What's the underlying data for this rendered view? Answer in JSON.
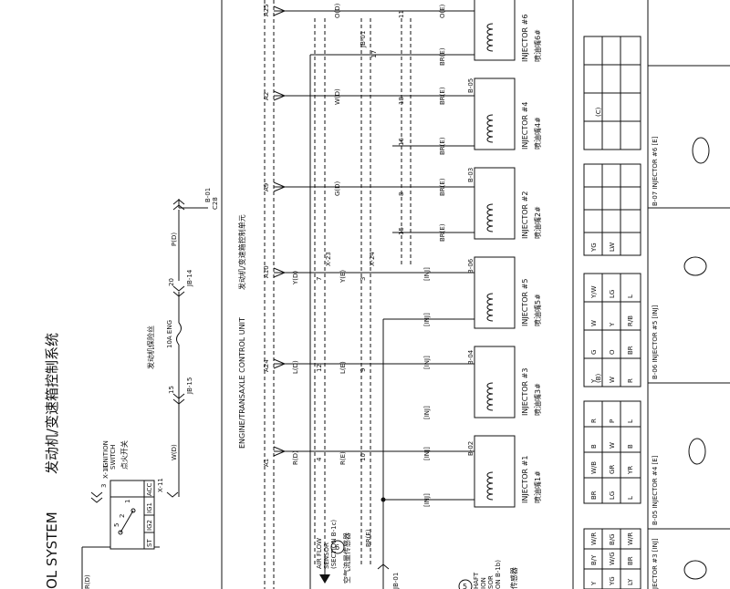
{
  "title": {
    "en": "OL SYSTEM",
    "cn": "发动机/变速箱控制系统"
  },
  "ecu": {
    "en": "ENGINE/TRANSAXLE CONTROL UNIT",
    "cn": "发动机/变速箱控制单元"
  },
  "ignition": {
    "en1": "IGNITION",
    "en2": "SWITCH",
    "cn": "点火开关",
    "terminals": [
      "ST",
      "IG2",
      "IG1",
      "ACC"
    ],
    "connector": "X-11",
    "connector2": "X-11",
    "pins": [
      "1",
      "2",
      "5",
      "3"
    ]
  },
  "fuse": {
    "label": "10A ENG",
    "cn": "发动机保险丝",
    "jb1": "JB-15",
    "jb1pin": "15",
    "jb2": "JB-14",
    "jb2pin": "20"
  },
  "wires": {
    "rd_left": "R(D)",
    "wd_ign": "W(D)",
    "pd": "P(D)",
    "b01": "B-01",
    "c28": "C28",
    "a1": "A1",
    "a24": "A24",
    "a10": "A10",
    "a9": "A9",
    "a2": "A2",
    "a25": "A25",
    "rd_a1": "R(D)",
    "ld_a24": "L(D)",
    "yd_a10": "Y(D)",
    "gd_a9": "G(D)",
    "wd_a2": "W(D)",
    "od_a25": "O(D)",
    "re": "R(E)",
    "le": "L(E)",
    "ye": "Y(E)",
    "oe": "O(E)",
    "x23": "X-23",
    "x24": "X-24",
    "jb01": "JB-01",
    "jb01b": "JB-01",
    "bre": "BR(E)",
    "inj": "[INJ]",
    "e": "[E]"
  },
  "afs": {
    "num": "6",
    "l1": "AIR FLOW",
    "l2": "SENSOR",
    "l3": "(SECTION B-1c)",
    "cn": "空气流量传感器"
  },
  "crank": {
    "l1": "HAFT",
    "l2": "ION",
    "l3": "SOR",
    "l4": "ON B-1b)",
    "cn": "传感器",
    "num": "5"
  },
  "injectors": [
    {
      "name": "INJECTOR #1",
      "cn": "喷油嘴1#",
      "conn": "B-02"
    },
    {
      "name": "INJECTOR #3",
      "cn": "喷油嘴3#",
      "conn": "B-04"
    },
    {
      "name": "INJECTOR #5",
      "cn": "喷油嘴5#",
      "conn": "B-06"
    },
    {
      "name": "INJECTOR #2",
      "cn": "喷油嘴2#",
      "conn": "B-03"
    },
    {
      "name": "INJECTOR #4",
      "cn": "喷油嘴4#",
      "conn": "B-05"
    },
    {
      "name": "INJECTOR #6",
      "cn": "喷油嘴6#",
      "conn": ""
    }
  ],
  "pinNums": {
    "p4": "4",
    "p12": "12",
    "p7": "7",
    "p3": "3",
    "p8": "8",
    "p15": "15",
    "p16": "16",
    "p18": "18",
    "p17": "17",
    "p11": "11",
    "p9": "9",
    "p10": "10"
  },
  "connectorTable": {
    "labels": [
      "JECTOR #3 [INJ]",
      "B-05 INJECTOR #4 [E]",
      "B-06 INJECTOR #5 [INJ]",
      "B-07 INJECTOR #6 [E]"
    ],
    "sectionB": "(B)",
    "sectionC": "(C)",
    "cells": [
      "Y",
      "YG",
      "LY",
      "B/Y",
      "W/G",
      "BR",
      "W/R",
      "B/G",
      "W/R",
      "BR",
      "LG",
      "L",
      "W/B",
      "GR",
      "YR",
      "B",
      "W",
      "B",
      "R",
      "P",
      "L",
      "Y",
      "W",
      "R",
      "G",
      "O",
      "BR",
      "W",
      "Y",
      "R/B",
      "Y/W",
      "LG",
      "L",
      "YG",
      "LW"
    ]
  }
}
